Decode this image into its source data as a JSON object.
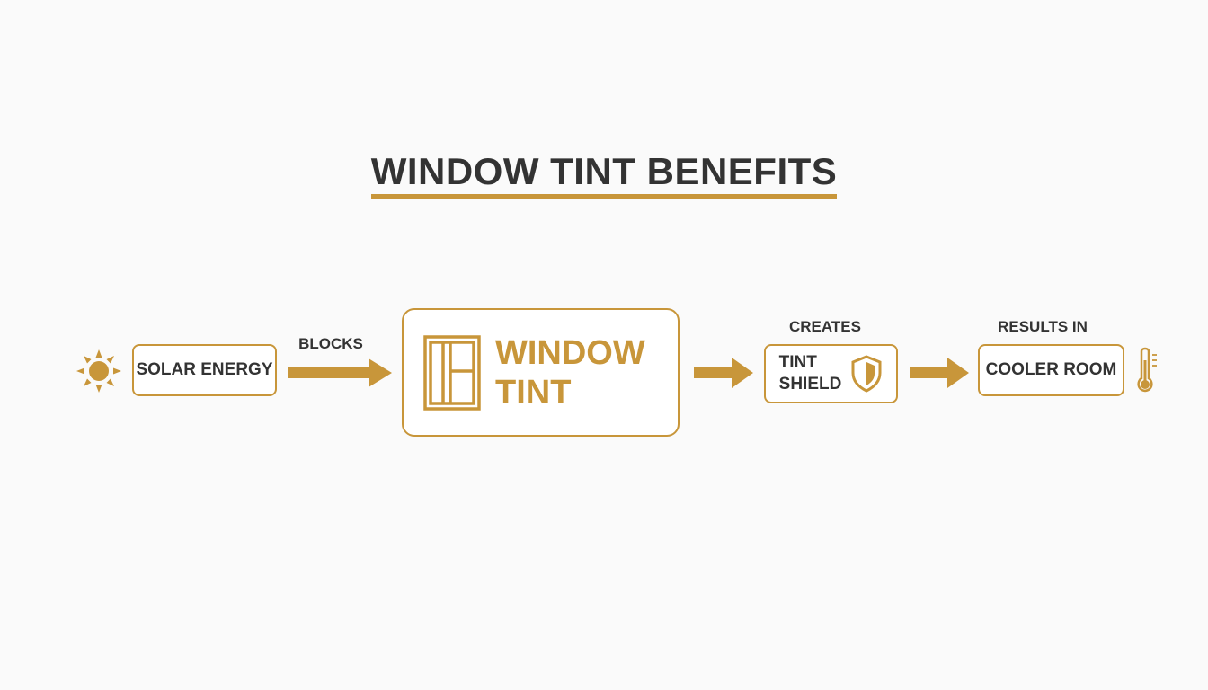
{
  "title": "WINDOW TINT BENEFITS",
  "colors": {
    "accent": "#c8963a",
    "text": "#333333",
    "background": "#fafafa"
  },
  "nodes": {
    "solar_energy": {
      "label": "SOLAR ENERGY",
      "icon": "sun-icon"
    },
    "window_tint": {
      "label": "WINDOW\nTINT",
      "icon": "window-icon"
    },
    "tint_shield": {
      "label": "TINT\nSHIELD",
      "icon": "shield-icon"
    },
    "cooler_room": {
      "label": "COOLER ROOM",
      "icon": "thermometer-icon"
    }
  },
  "edges": {
    "blocks": "BLOCKS",
    "creates": "CREATES",
    "results_in": "RESULTS IN"
  }
}
